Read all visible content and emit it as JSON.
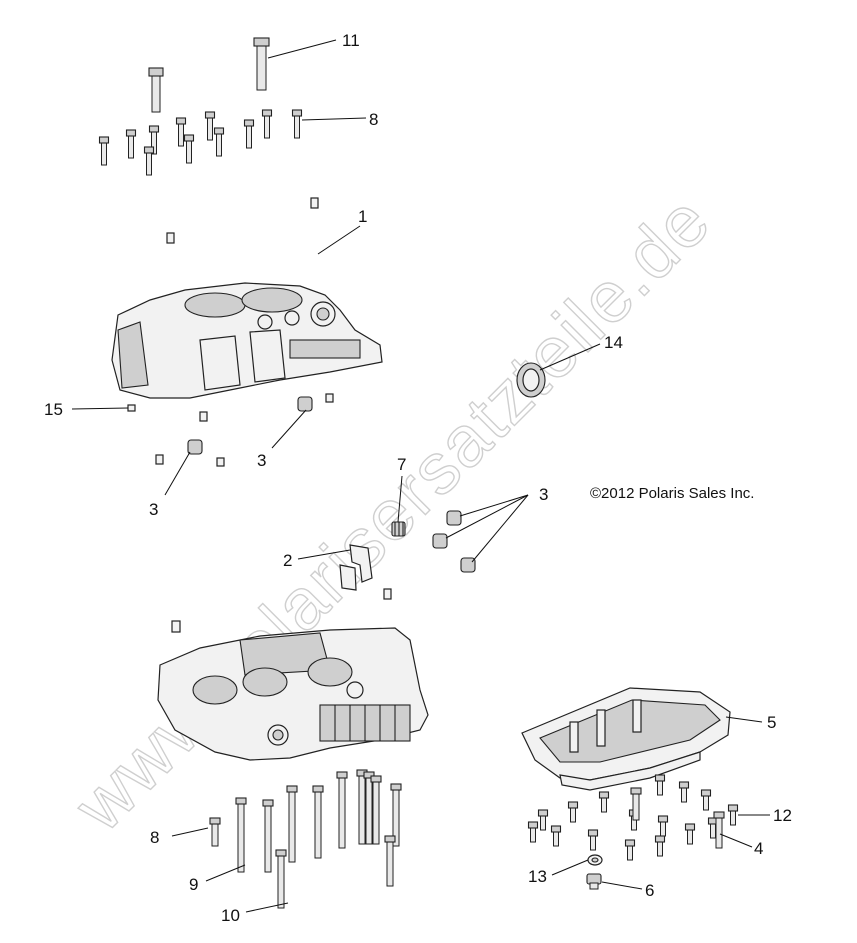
{
  "copyright": "©2012 Polaris Sales Inc.",
  "watermark": "www.polarisersatzteile.de",
  "callouts": [
    "11",
    "8",
    "1",
    "14",
    "15",
    "3",
    "3",
    "7",
    "3",
    "2",
    "5",
    "12",
    "8",
    "4",
    "9",
    "13",
    "6",
    "10"
  ]
}
